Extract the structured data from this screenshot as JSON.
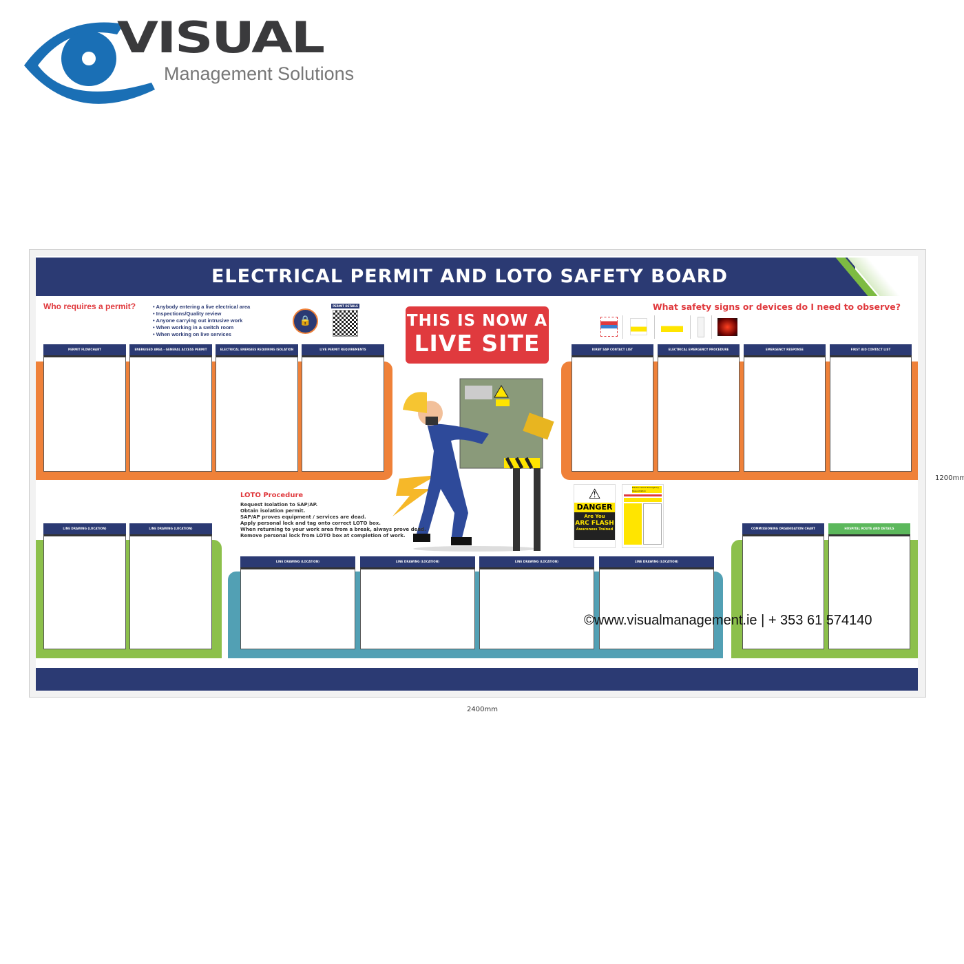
{
  "logo": {
    "brand": "VISUAL",
    "tagline": "Management Solutions"
  },
  "board": {
    "title": "ELECTRICAL PERMIT AND LOTO SAFETY BOARD",
    "permit_question": "Who requires a permit?",
    "permit_bullets": [
      "Anybody entering a live electrical area",
      "Inspections/Quality review",
      "Anyone carrying out intrusive work",
      "When working in a switch room",
      "When working on live services"
    ],
    "qr_label": "PERMIT DETAILS",
    "live_site": [
      "THIS IS NOW A",
      "LIVE SITE"
    ],
    "signs_question": "What safety signs or devices do I need to observe?",
    "top_left_frames": [
      "PERMIT FLOWCHART",
      "ENERGISED AREA - GENERAL ACCESS PERMIT",
      "ELECTRICAL ENERGIES REQUIRING ISOLATION",
      "LIVE PERMIT REQUIREMENTS"
    ],
    "top_right_frames": [
      "KIRBY SAP CONTACT LIST",
      "ELECTRICAL EMERGENCY PROCEDURE",
      "EMERGENCY RESPONSE",
      "FIRST AID CONTACT LIST"
    ],
    "loto_title": "LOTO Procedure",
    "loto_steps": [
      "Request Isolation to SAP/AP.",
      "Obtain isolation permit.",
      "SAP/AP proves equipment / services are dead.",
      "Apply personal lock and tag onto correct LOTO box.",
      "When returning to your work area from a break, always prove dead.",
      "Remove personal lock from LOTO box at completion of work."
    ],
    "danger_sign": {
      "title": "DANGER",
      "line1": "Are You",
      "line2": "ARC FLASH",
      "line3": "Awareness Trained"
    },
    "shock_sign_title": "Electric Shock Emergency Resuscitation",
    "bottom_left_frames": [
      "LINE DRAWING (LOCATION)",
      "LINE DRAWING (LOCATION)"
    ],
    "bottom_mid_frames": [
      "LINE DRAWING (LOCATION)",
      "LINE DRAWING (LOCATION)",
      "LINE DRAWING (LOCATION)",
      "LINE DRAWING (LOCATION)"
    ],
    "bottom_right_frames": [
      "COMMISSIONING ORGANISATION CHART",
      "HOSPITAL ROUTE AND DETAILS"
    ]
  },
  "watermark": "©www.visualmanagement.ie | + 353 61 574140",
  "dimensions": {
    "height": "1200mm",
    "width": "2400mm"
  },
  "colors": {
    "navy": "#2b3a73",
    "orange": "#ef8139",
    "green": "#8cc04b",
    "teal": "#52a0b4",
    "red": "#e03a3e",
    "logo_blue": "#1a6fb5"
  }
}
